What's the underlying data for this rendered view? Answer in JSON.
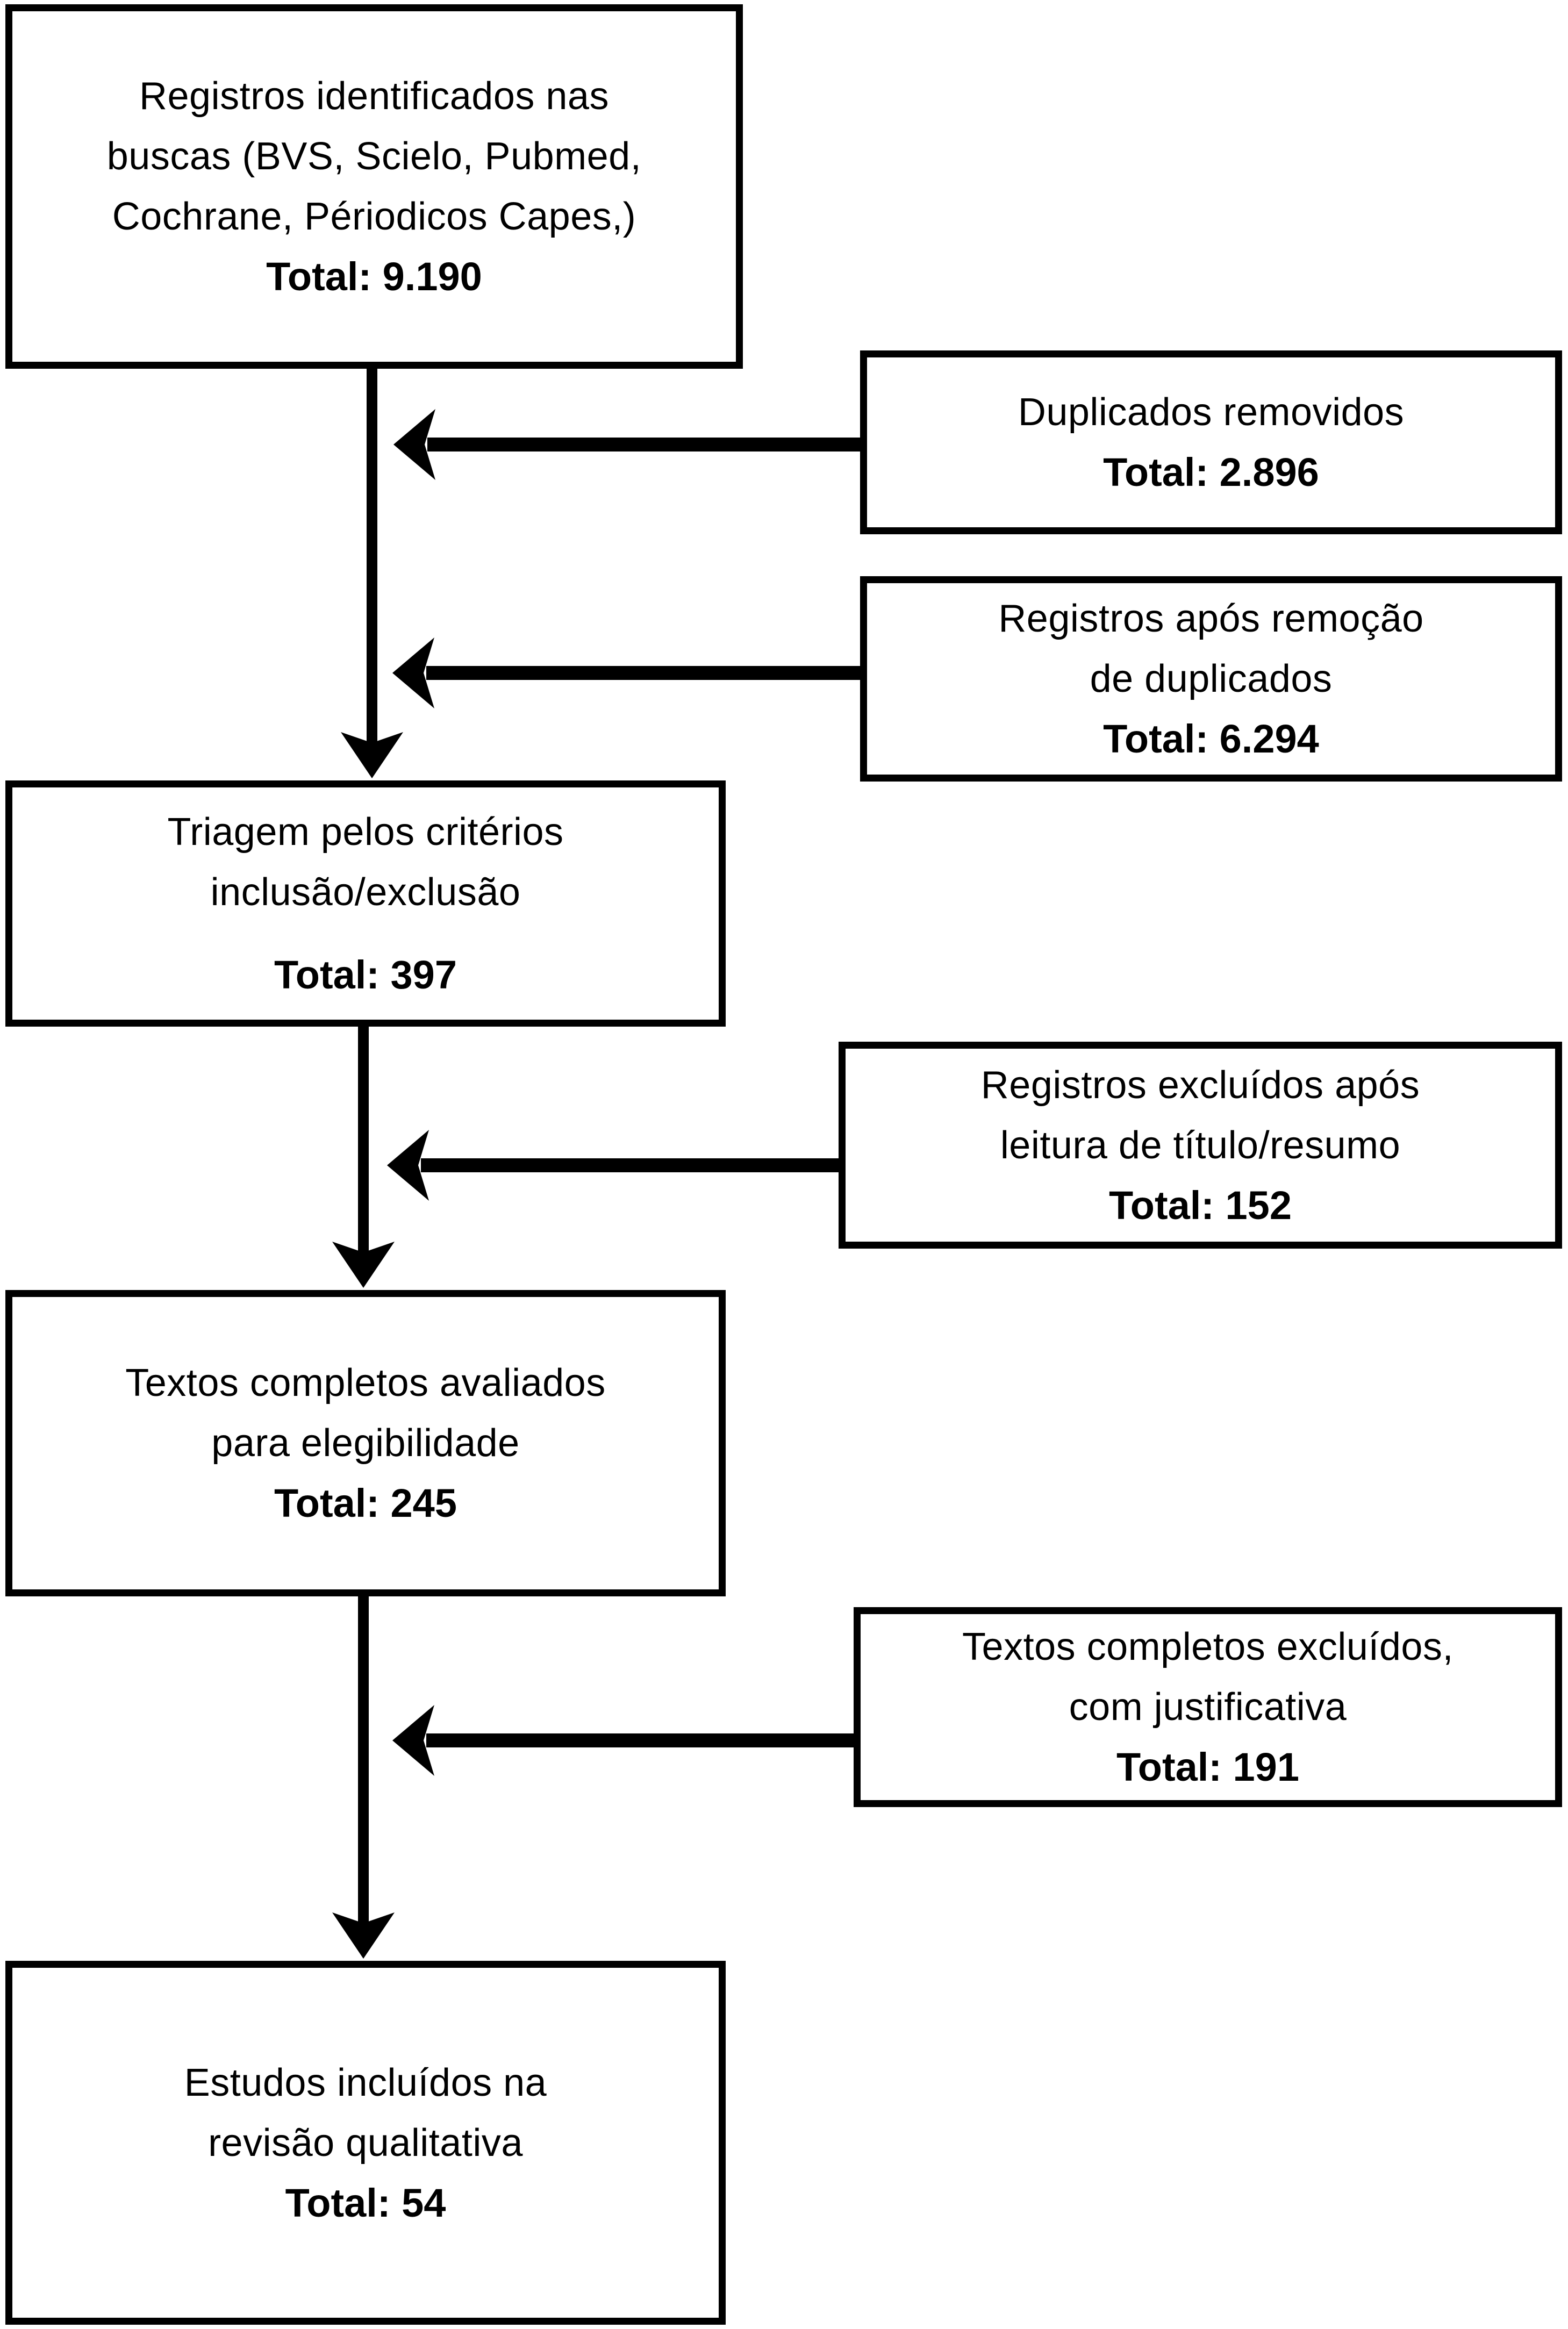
{
  "colors": {
    "background": "#ffffff",
    "line": "#000000",
    "text": "#000000"
  },
  "boxes": {
    "identificados": {
      "line1": "Registros identificados nas",
      "line2": "buscas (BVS, Scielo, Pubmed,",
      "line3": "Cochrane, Périodicos Capes,)",
      "total": "Total: 9.190"
    },
    "duplicados_removidos": {
      "line1": "Duplicados removidos",
      "total": "Total: 2.896"
    },
    "apos_remocao": {
      "line1": "Registros após remoção",
      "line2": "de duplicados",
      "total": "Total: 6.294"
    },
    "triagem": {
      "line1": "Triagem pelos critérios",
      "line2": "inclusão/exclusão",
      "total": "Total: 397"
    },
    "excluidos_titulo_resumo": {
      "line1": "Registros excluídos após",
      "line2": "leitura de título/resumo",
      "total": "Total: 152"
    },
    "textos_avaliados": {
      "line1": "Textos completos avaliados",
      "line2": "para elegibilidade",
      "total": "Total: 245"
    },
    "textos_excluidos": {
      "line1": "Textos completos excluídos,",
      "line2": "com justificativa",
      "total": "Total: 191"
    },
    "estudos_incluidos": {
      "line1": "Estudos incluídos na",
      "line2": "revisão qualitativa",
      "total": "Total: 54"
    }
  }
}
